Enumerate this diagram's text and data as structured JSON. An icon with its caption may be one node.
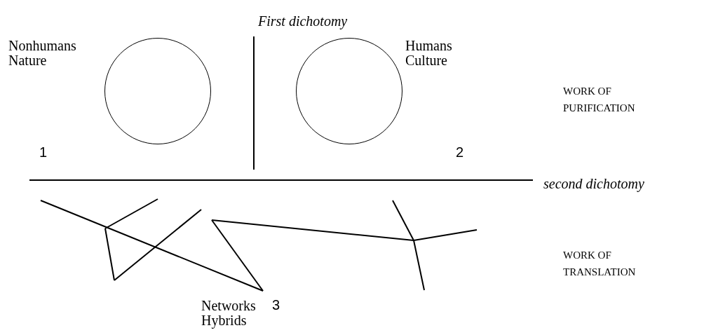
{
  "diagram": {
    "nodes": [
      {
        "text": [],
        "shape": "circle",
        "beside": [
          "Nonhumans Nature"
        ]
      },
      {
        "text": [],
        "shape": "circle",
        "beside": [
          "Humans Culture"
        ]
      }
    ],
    "edges": [],
    "labels": [
      "First dichotomy",
      "WORK OF PURIFICATION",
      "1",
      "2",
      "second dichotomy",
      "WORK OF TRANSLATION",
      "Networks Hybrids",
      "3"
    ]
  }
}
